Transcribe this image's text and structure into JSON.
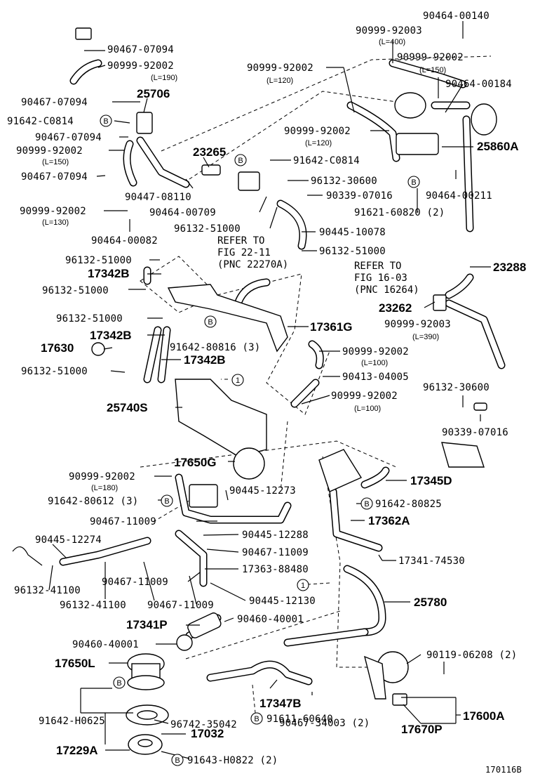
{
  "labels": {
    "l01": "90464-00140",
    "l02": "90999-92003",
    "l02_len": "(L=400)",
    "l03": "90999-92002",
    "l03_len": "(L=150)",
    "l04": "90464-00184",
    "l05": "90467-07094",
    "l06": "90999-92002",
    "l06_len": "(L=190)",
    "l07": "90999-92002",
    "l07_len": "(L=120)",
    "l08": "90467-07094",
    "l09": "25706",
    "l10": "91642-C0814",
    "l11": "90467-07094",
    "l12": "90999-92002",
    "l12_len": "(L=150)",
    "l13": "90467-07094",
    "l14": "23265",
    "l15": "90999-92002",
    "l15_len": "(L=120)",
    "l16": "25860A",
    "l17": "91642-C0814",
    "l18": "96132-30600",
    "l19": "90339-07016",
    "l20": "90464-00211",
    "l21": "90447-08110",
    "l22": "90999-92002",
    "l22_len": "(L=130)",
    "l23": "90464-00709",
    "l24": "91621-60820 (2)",
    "l25": "96132-51000",
    "l26": "90445-10078",
    "l27": "90464-00082",
    "l28": "96132-51000",
    "l29": "96132-51000",
    "l30": "17342B",
    "l31": "96132-51000",
    "l32": "23288",
    "l33": "23262",
    "l34": "90999-92003",
    "l34_len": "(L=390)",
    "l35": "96132-51000",
    "l36": "17342B",
    "l37": "17361G",
    "l38": "91642-80816 (3)",
    "l39": "17630",
    "l40": "17342B",
    "l41": "90999-92002",
    "l41_len": "(L=100)",
    "l42": "96132-51000",
    "l43": "90413-04005",
    "l44": "90999-92002",
    "l44_len": "(L=100)",
    "l45": "96132-30600",
    "l46": "25740S",
    "l47": "90339-07016",
    "l48": "17650G",
    "l49": "90999-92002",
    "l49_len": "(L=180)",
    "l50": "90445-12273",
    "l51": "17345D",
    "l52": "91642-80612 (3)",
    "l53": "91642-80825",
    "l54": "90467-11009",
    "l55": "17362A",
    "l56": "90445-12274",
    "l57": "90445-12288",
    "l58": "90467-11009",
    "l59": "17341-74530",
    "l60": "17363-88480",
    "l61": "90467-11009",
    "l62": "96132-41100",
    "l63": "90445-12130",
    "l64": "25780",
    "l65": "96132-41100",
    "l66": "90467-11009",
    "l67": "17341P",
    "l68": "90460-40001",
    "l69": "90460-40001",
    "l70": "90119-06208 (2)",
    "l71": "17650L",
    "l72": "91642-H0625",
    "l73": "96742-35042",
    "l74": "17347B",
    "l75": "90467-34003 (2)",
    "l76": "17600A",
    "l77": "17670P",
    "l78": "17032",
    "l79": "91611-60640",
    "l80": "17229A",
    "l81": "91643-H0822 (2)"
  },
  "notes": {
    "refer1_line1": "REFER TO",
    "refer1_line2": "FIG 22-11",
    "refer1_line3": "(PNC 22270A)",
    "refer2_line1": "REFER TO",
    "refer2_line2": "FIG 16-03",
    "refer2_line3": "(PNC 16264)"
  },
  "markers": {
    "bolt_mark": "B",
    "link_mark": "1"
  },
  "figure_code": "170116B"
}
